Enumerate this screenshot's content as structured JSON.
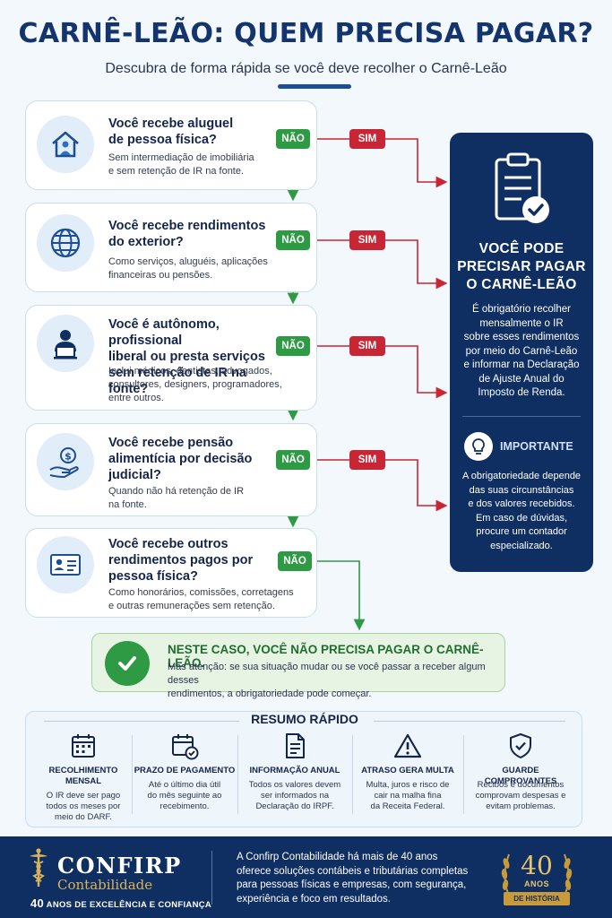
{
  "header": {
    "title": "CARNÊ-LEÃO: QUEM PRECISA PAGAR?",
    "subtitle": "Descubra de forma rápida se você deve recolher o Carnê-Leão"
  },
  "labels": {
    "nao": "NÃO",
    "sim": "SIM"
  },
  "questions": [
    {
      "icon": "house-person-icon",
      "title_lines": [
        "Você recebe aluguel",
        "de pessoa física?"
      ],
      "desc_lines": [
        "Sem intermediação de imobiliária",
        "e sem retenção de IR na fonte."
      ]
    },
    {
      "icon": "globe-icon",
      "title_lines": [
        "Você recebe rendimentos",
        "do exterior?"
      ],
      "desc_lines": [
        "Como serviços, aluguéis, aplicações",
        "financeiras ou pensões."
      ]
    },
    {
      "icon": "professional-laptop-icon",
      "title_lines": [
        "Você é autônomo, profissional",
        "liberal ou presta serviços",
        "sem retenção de IR na fonte?"
      ],
      "desc_lines": [
        "Inclui médicos, dentistas, advogados,",
        "consultores, designers, programadores,",
        "entre outros."
      ]
    },
    {
      "icon": "hand-coin-icon",
      "title_lines": [
        "Você recebe pensão",
        "alimentícia por decisão",
        "judicial?"
      ],
      "desc_lines": [
        "Quando não há retenção de IR",
        "na fonte."
      ]
    },
    {
      "icon": "id-card-icon",
      "title_lines": [
        "Você recebe outros",
        "rendimentos pagos por",
        "pessoa física?"
      ],
      "desc_lines": [
        "Como honorários, comissões, corretagens",
        "e outras remunerações sem retenção."
      ]
    }
  ],
  "result": {
    "title_lines": [
      "VOCÊ PODE",
      "PRECISAR PAGAR",
      "O CARNÊ-LEÃO"
    ],
    "text_lines": [
      "É obrigatório recolher",
      "mensalmente o IR",
      "sobre esses rendimentos",
      "por meio do Carnê-Leão",
      "e informar na Declaração",
      "de Ajuste Anual do",
      "Imposto de Renda."
    ],
    "important_label": "IMPORTANTE",
    "important_lines": [
      "A obrigatoriedade depende",
      "das suas circunstâncias",
      "e dos valores recebidos.",
      "Em caso de dúvidas,",
      "procure um contador",
      "especializado."
    ]
  },
  "no_need": {
    "title": "NESTE CASO, VOCÊ NÃO PRECISA PAGAR O CARNÊ-LEÃO.",
    "text_lines": [
      "Mas atenção: se sua situação mudar ou se você passar a receber algum desses",
      "rendimentos, a obrigatoriedade pode começar."
    ]
  },
  "summary": {
    "title": "RESUMO RÁPIDO",
    "items": [
      {
        "icon": "calendar-icon",
        "head_lines": [
          "RECOLHIMENTO",
          "MENSAL"
        ],
        "text_lines": [
          "O IR deve ser pago",
          "todos os meses por",
          "meio do DARF."
        ]
      },
      {
        "icon": "calendar-check-icon",
        "head_lines": [
          "PRAZO DE PAGAMENTO"
        ],
        "text_lines": [
          "Até o último dia útil",
          "do mês seguinte ao",
          "recebimento."
        ]
      },
      {
        "icon": "document-icon",
        "head_lines": [
          "INFORMAÇÃO ANUAL"
        ],
        "text_lines": [
          "Todos os valores devem",
          "ser informados na",
          "Declaração do IRPF."
        ]
      },
      {
        "icon": "warning-icon",
        "head_lines": [
          "ATRASO GERA MULTA"
        ],
        "text_lines": [
          "Multa, juros e risco de",
          "cair na malha fina",
          "da Receita Federal."
        ]
      },
      {
        "icon": "shield-check-icon",
        "head_lines": [
          "GUARDE COMPROVANTES"
        ],
        "text_lines": [
          "Recibos e documentos",
          "comprovam despesas e",
          "evitam problemas."
        ]
      }
    ]
  },
  "footer": {
    "brand": "CONFIRP",
    "brand_sub": "Contabilidade",
    "tag_number": "40",
    "tag_text": "ANOS DE EXCELÊNCIA E CONFIANÇA",
    "text_lines": [
      "A Confirp Contabilidade há mais de 40 anos",
      "oferece soluções contábeis e tributárias completas",
      "para pessoas físicas e empresas, com segurança,",
      "experiência e foco em resultados."
    ],
    "badge_number": "40",
    "badge_anos": "ANOS",
    "badge_ribbon": "DE HISTÓRIA"
  },
  "colors": {
    "navy": "#0f2f63",
    "green": "#2e9a44",
    "red": "#c82634",
    "gold": "#d9b35a"
  }
}
